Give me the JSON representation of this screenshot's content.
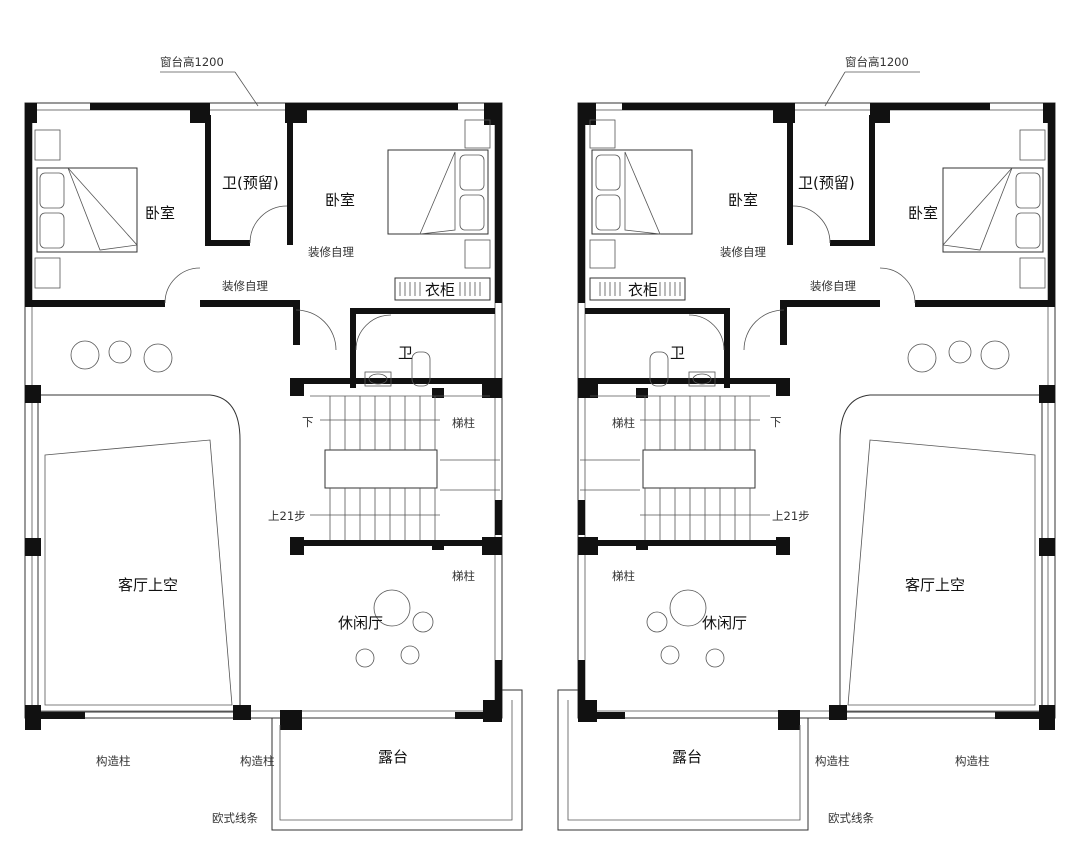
{
  "labels": {
    "sill_height": "窗台高1200",
    "bedroom": "卧室",
    "bath_reserved": "卫(预留)",
    "diy_decor": "装修自理",
    "wardrobe": "衣柜",
    "bath": "卫",
    "down": "下",
    "stair_post": "梯柱",
    "up_steps": "上21步",
    "living_void": "客厅上空",
    "lounge": "休闲厅",
    "terrace": "露台",
    "structural_column": "构造柱",
    "euro_molding": "欧式线条"
  },
  "colors": {
    "wall": "#111111",
    "line": "#333333",
    "background": "#ffffff"
  }
}
